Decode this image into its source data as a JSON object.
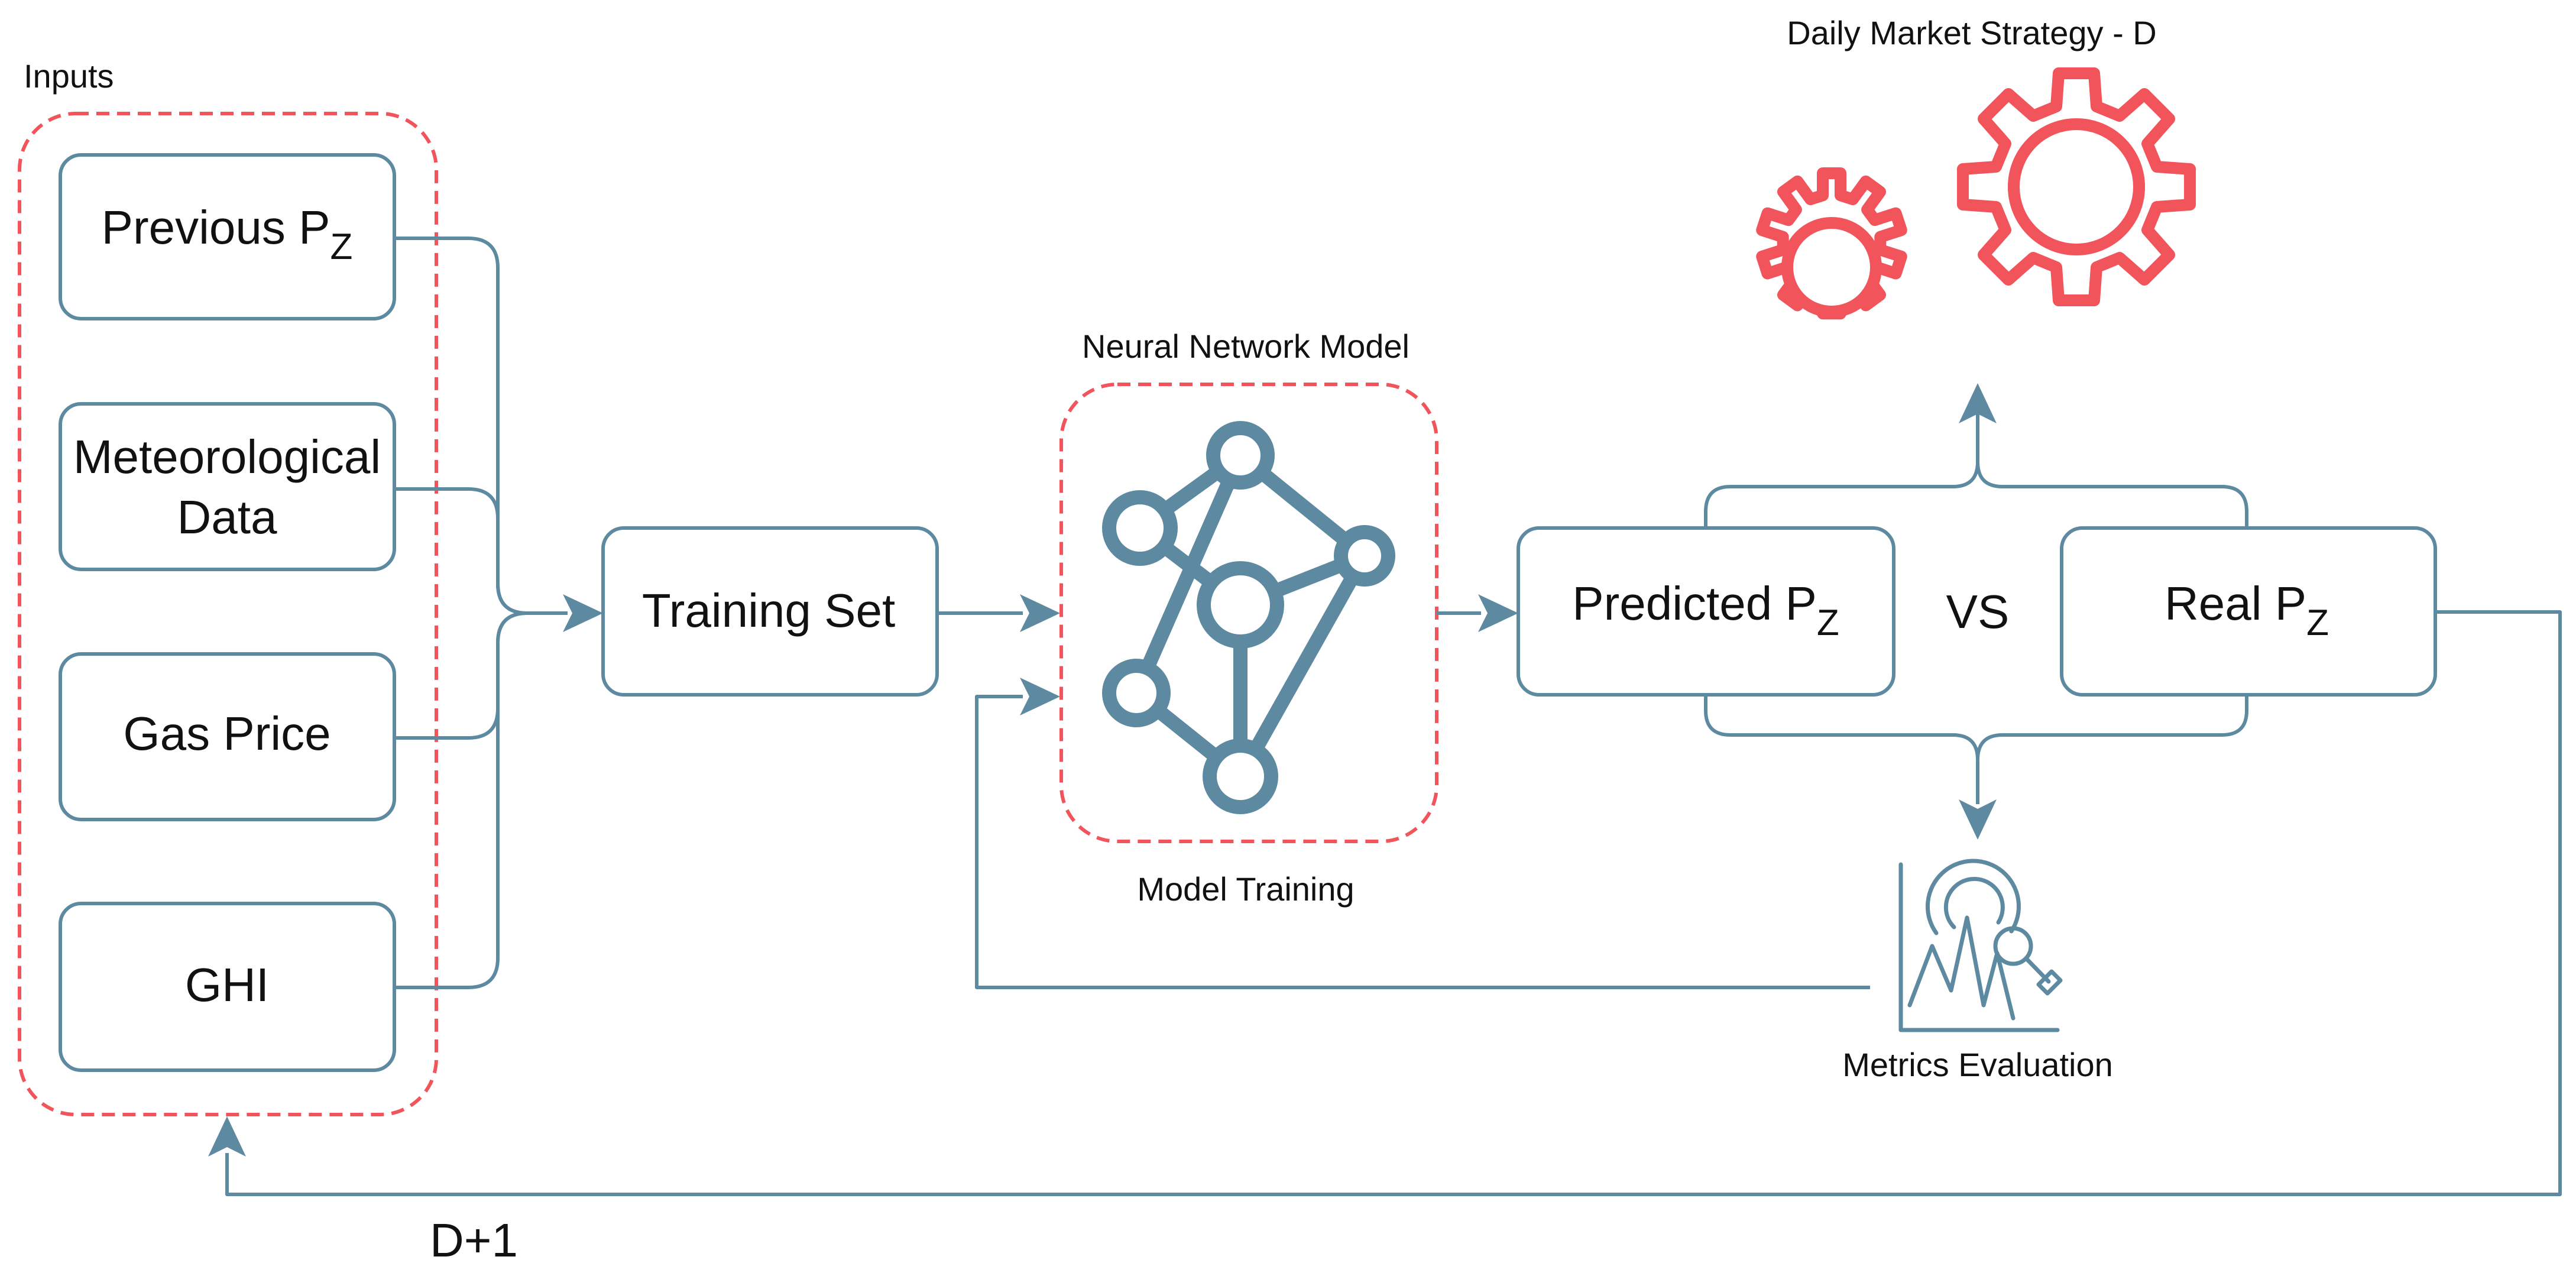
{
  "inputs_label": "Inputs",
  "inputs": [
    {
      "text": "Previous P",
      "sub": "Z"
    },
    {
      "line1": "Meteorological",
      "line2": "Data"
    },
    {
      "text": "Gas Price"
    },
    {
      "text": "GHI"
    }
  ],
  "training_set": "Training Set",
  "nn_model_label": "Neural Network Model",
  "model_training_label": "Model Training",
  "predicted": {
    "text": "Predicted P",
    "sub": "Z"
  },
  "vs": "VS",
  "real": {
    "text": "Real P",
    "sub": "Z"
  },
  "strategy_label": "Daily Market Strategy - D",
  "metrics_label": "Metrics Evaluation",
  "loop_label": "D+1",
  "colors": {
    "flow": "#5e8aa1",
    "accent": "#f2545b",
    "text": "#111111"
  },
  "icons": [
    "neural-network-icon",
    "gears-icon",
    "metrics-analysis-icon"
  ]
}
